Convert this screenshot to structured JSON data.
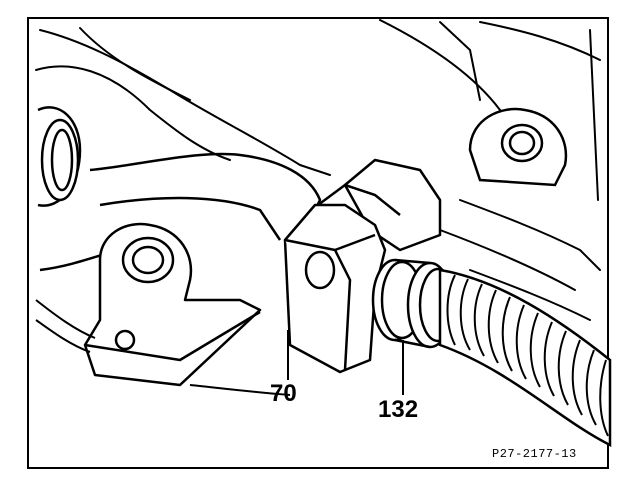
{
  "figure": {
    "description_icon": "mechanical-assembly-illustration",
    "callouts": [
      {
        "id": "70",
        "text": "70"
      },
      {
        "id": "132",
        "text": "132"
      }
    ],
    "figure_reference": "P27-2177-13"
  },
  "colors": {
    "ink": "#000000",
    "paper": "#ffffff"
  }
}
